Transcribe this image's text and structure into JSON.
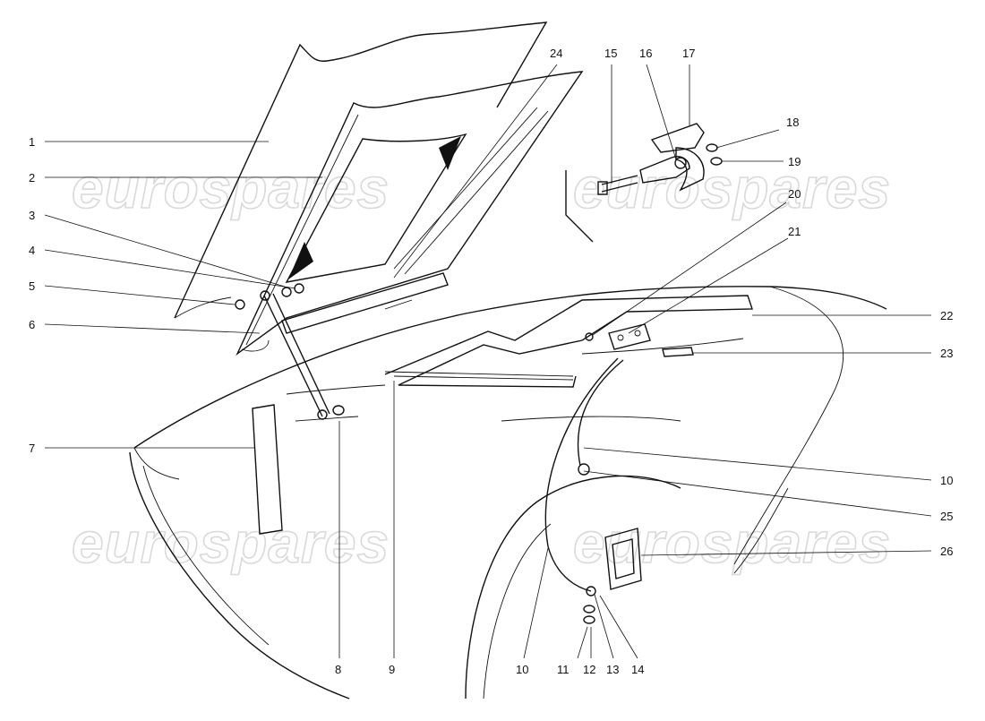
{
  "watermarks": [
    {
      "id": "wm-1",
      "text": "eurospares"
    },
    {
      "id": "wm-2",
      "text": "eurospares"
    },
    {
      "id": "wm-3",
      "text": "eurospares"
    },
    {
      "id": "wm-4",
      "text": "eurospares"
    }
  ],
  "callouts": [
    {
      "id": "1",
      "label": "1"
    },
    {
      "id": "2",
      "label": "2"
    },
    {
      "id": "3",
      "label": "3"
    },
    {
      "id": "4",
      "label": "4"
    },
    {
      "id": "5",
      "label": "5"
    },
    {
      "id": "6",
      "label": "6"
    },
    {
      "id": "7",
      "label": "7"
    },
    {
      "id": "8",
      "label": "8"
    },
    {
      "id": "9",
      "label": "9"
    },
    {
      "id": "10a",
      "label": "10"
    },
    {
      "id": "10b",
      "label": "10"
    },
    {
      "id": "11",
      "label": "11"
    },
    {
      "id": "12",
      "label": "12"
    },
    {
      "id": "13",
      "label": "13"
    },
    {
      "id": "14",
      "label": "14"
    },
    {
      "id": "15",
      "label": "15"
    },
    {
      "id": "16",
      "label": "16"
    },
    {
      "id": "17",
      "label": "17"
    },
    {
      "id": "18",
      "label": "18"
    },
    {
      "id": "19",
      "label": "19"
    },
    {
      "id": "20",
      "label": "20"
    },
    {
      "id": "21",
      "label": "21"
    },
    {
      "id": "22",
      "label": "22"
    },
    {
      "id": "23",
      "label": "23"
    },
    {
      "id": "24",
      "label": "24"
    },
    {
      "id": "25",
      "label": "25"
    },
    {
      "id": "26",
      "label": "26"
    }
  ]
}
